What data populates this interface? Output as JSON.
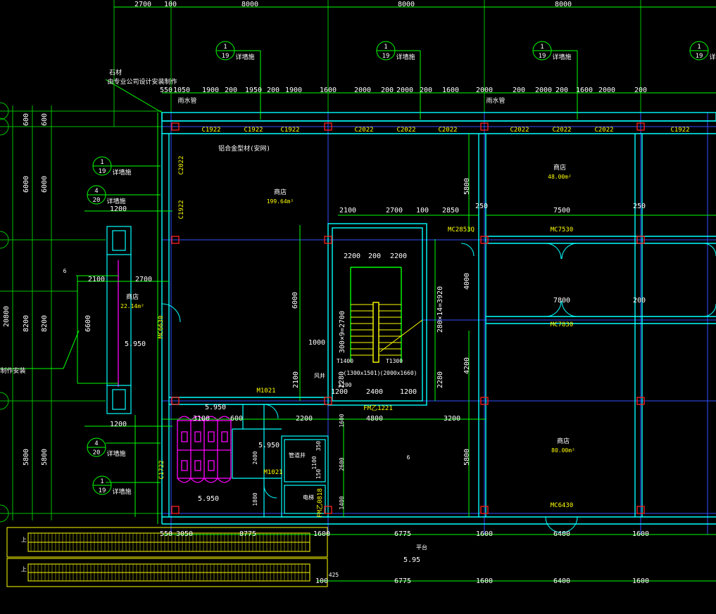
{
  "colors": {
    "background": "#000000",
    "dimension": "#00ff00",
    "wall": "#00ffff",
    "grid": "#0000ff",
    "column": "#ff0000",
    "text": "#ffffff",
    "label_yellow": "#ffff00",
    "fixture": "#ff00ff",
    "blue_line": "#4060ff"
  },
  "top_dims_row1": [
    {
      "t": "2700"
    },
    {
      "t": "100"
    },
    {
      "t": "8000"
    },
    {
      "t": "8000"
    },
    {
      "t": "8000"
    }
  ],
  "top_dims_row2": [
    {
      "t": "550"
    },
    {
      "t": "1050"
    },
    {
      "t": "1900"
    },
    {
      "t": "200"
    },
    {
      "t": "1950"
    },
    {
      "t": "200"
    },
    {
      "t": "1900"
    },
    {
      "t": "1600"
    },
    {
      "t": "2000"
    },
    {
      "t": "200"
    },
    {
      "t": "2000"
    },
    {
      "t": "200"
    },
    {
      "t": "1600"
    },
    {
      "t": "2000"
    },
    {
      "t": "200"
    },
    {
      "t": "2000"
    },
    {
      "t": "200"
    },
    {
      "t": "1600"
    },
    {
      "t": "2000"
    },
    {
      "t": "200"
    }
  ],
  "left_dims_outer": [
    {
      "t": "20800"
    }
  ],
  "left_dims_mid": [
    {
      "t": "600"
    },
    {
      "t": "6000"
    },
    {
      "t": "8200"
    },
    {
      "t": "5800"
    }
  ],
  "left_dims_inner": [
    {
      "t": "600"
    },
    {
      "t": "6000"
    },
    {
      "t": "8200"
    },
    {
      "t": "5800"
    }
  ],
  "detail_refs": [
    {
      "num": "1",
      "sheet": "19",
      "label": "详墙施"
    },
    {
      "num": "1",
      "sheet": "19",
      "label": "详墙施"
    },
    {
      "num": "1",
      "sheet": "19",
      "label": "详墙施"
    },
    {
      "num": "1",
      "sheet": "19",
      "label": "详墙施"
    },
    {
      "num": "1",
      "sheet": "19",
      "label": "详墙施"
    },
    {
      "num": "4",
      "sheet": "20",
      "label": "详墙施"
    },
    {
      "num": "4",
      "sheet": "20",
      "label": "详墙施"
    },
    {
      "num": "1",
      "sheet": "19",
      "label": "详墙施"
    }
  ],
  "notes": {
    "stone": "石材",
    "stone_note": "由专业公司设计安装制作",
    "rain_pipe": "雨水管",
    "alu_window": "铝合金型材(安网)",
    "side_note": "计制作安装"
  },
  "window_labels": [
    {
      "t": "C1922"
    },
    {
      "t": "C1922"
    },
    {
      "t": "C1922"
    },
    {
      "t": "C2022"
    },
    {
      "t": "C2022"
    },
    {
      "t": "C2022"
    },
    {
      "t": "C2022"
    },
    {
      "t": "C2022"
    },
    {
      "t": "C2022"
    },
    {
      "t": "C1922"
    },
    {
      "t": "C2022"
    },
    {
      "t": "C1922"
    },
    {
      "t": "C1722"
    }
  ],
  "door_labels": [
    {
      "t": "MC2853Q"
    },
    {
      "t": "MC7530"
    },
    {
      "t": "MC7830"
    },
    {
      "t": "MC6630"
    },
    {
      "t": "MC6430"
    },
    {
      "t": "M1021"
    },
    {
      "t": "M1021"
    },
    {
      "t": "FM乙1221"
    },
    {
      "t": "FM乙0818"
    }
  ],
  "rooms": [
    {
      "name": "商店",
      "area": "199.64m²"
    },
    {
      "name": "商店",
      "area": "48.00m²"
    },
    {
      "name": "商店",
      "area": "80.00m²"
    },
    {
      "name": "商店",
      "area": "22.14m²"
    }
  ],
  "levels": [
    {
      "t": "5.950"
    },
    {
      "t": "5.950"
    },
    {
      "t": "5.950"
    },
    {
      "t": "5.950"
    },
    {
      "t": "5.950"
    },
    {
      "t": "5.95"
    }
  ],
  "interior_dims": [
    {
      "t": "2100"
    },
    {
      "t": "2700"
    },
    {
      "t": "100"
    },
    {
      "t": "2850"
    },
    {
      "t": "250"
    },
    {
      "t": "7500"
    },
    {
      "t": "250"
    },
    {
      "t": "2200"
    },
    {
      "t": "200"
    },
    {
      "t": "2200"
    },
    {
      "t": "7800"
    },
    {
      "t": "200"
    },
    {
      "t": "3100"
    },
    {
      "t": "600"
    },
    {
      "t": "2200"
    },
    {
      "t": "4800"
    },
    {
      "t": "3200"
    },
    {
      "t": "1200"
    },
    {
      "t": "2400"
    },
    {
      "t": "1200"
    },
    {
      "t": "1000"
    },
    {
      "t": "2100"
    },
    {
      "t": "2280"
    },
    {
      "t": "2280"
    },
    {
      "t": "300×9=2700"
    },
    {
      "t": "280×14=3920"
    },
    {
      "t": "4000"
    },
    {
      "t": "4200"
    },
    {
      "t": "5800"
    },
    {
      "t": "5800"
    },
    {
      "t": "6000"
    },
    {
      "t": "6600"
    },
    {
      "t": "1200"
    },
    {
      "t": "1200"
    },
    {
      "t": "2100"
    },
    {
      "t": "2700"
    }
  ],
  "bottom_dims_row1": [
    {
      "t": "550"
    },
    {
      "t": "3050"
    },
    {
      "t": "8775"
    },
    {
      "t": "1600"
    },
    {
      "t": "6775"
    },
    {
      "t": "1600"
    },
    {
      "t": "6400"
    },
    {
      "t": "1600"
    }
  ],
  "bottom_dims_row2": [
    {
      "t": "100"
    },
    {
      "t": "6775"
    },
    {
      "t": "1600"
    },
    {
      "t": "6400"
    },
    {
      "t": "1600"
    }
  ],
  "misc_labels": [
    {
      "t": "上"
    },
    {
      "t": "上"
    },
    {
      "t": "6"
    },
    {
      "t": "6"
    },
    {
      "t": "425"
    },
    {
      "t": "平台"
    },
    {
      "t": "T1400"
    },
    {
      "t": "T1300"
    },
    {
      "t": "(1300x1501)"
    },
    {
      "t": "(2000x1660)"
    },
    {
      "t": "风井"
    },
    {
      "t": "管道井"
    },
    {
      "t": "电梯"
    },
    {
      "t": "2400"
    },
    {
      "t": "1800"
    },
    {
      "t": "1100"
    },
    {
      "t": "150"
    },
    {
      "t": "350"
    },
    {
      "t": "1400"
    },
    {
      "t": "1600"
    },
    {
      "t": "2600"
    },
    {
      "t": "1200"
    }
  ]
}
